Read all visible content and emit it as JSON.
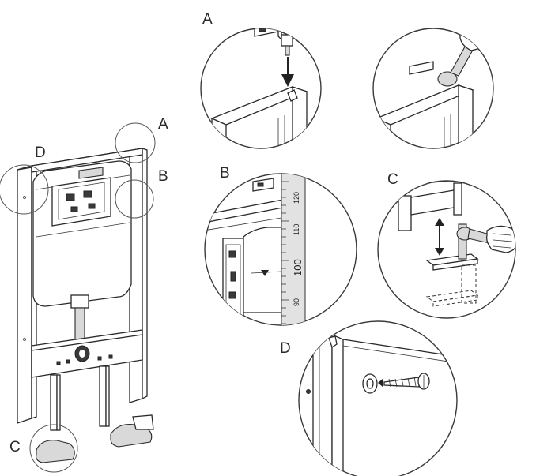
{
  "labels": {
    "main_a": "A",
    "main_b": "B",
    "main_c": "C",
    "main_d": "D",
    "detail_a": "A",
    "detail_b": "B",
    "detail_c": "C",
    "detail_d": "D"
  },
  "ruler": {
    "marks": [
      "120",
      "110",
      "100",
      "90"
    ]
  },
  "colors": {
    "line": "#2a2a2a",
    "fill_gray": "#d9d9d9",
    "background": "#ffffff"
  }
}
